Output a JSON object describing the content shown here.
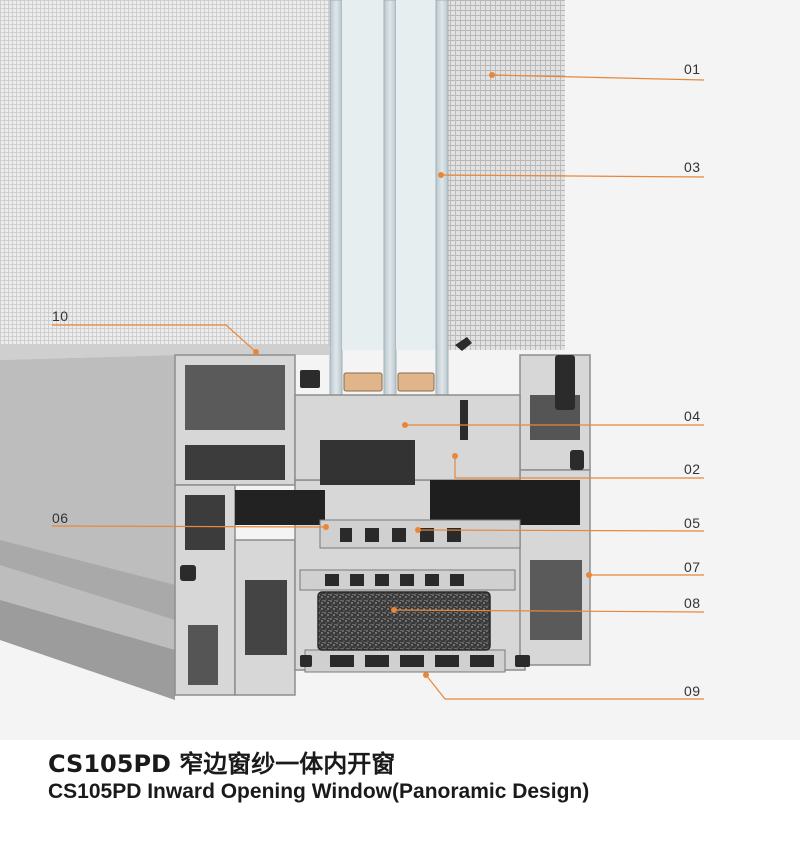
{
  "accent_color": "#e8873a",
  "callouts": [
    {
      "id": "01",
      "label": "01"
    },
    {
      "id": "03",
      "label": "03"
    },
    {
      "id": "10",
      "label": "10"
    },
    {
      "id": "04",
      "label": "04"
    },
    {
      "id": "02",
      "label": "02"
    },
    {
      "id": "06",
      "label": "06"
    },
    {
      "id": "05",
      "label": "05"
    },
    {
      "id": "07",
      "label": "07"
    },
    {
      "id": "08",
      "label": "08"
    },
    {
      "id": "09",
      "label": "09"
    }
  ],
  "title": {
    "cn": "CS105PD 窄边窗纱一体内开窗",
    "en": "CS105PD Inward Opening Window(Panoramic Design)"
  }
}
